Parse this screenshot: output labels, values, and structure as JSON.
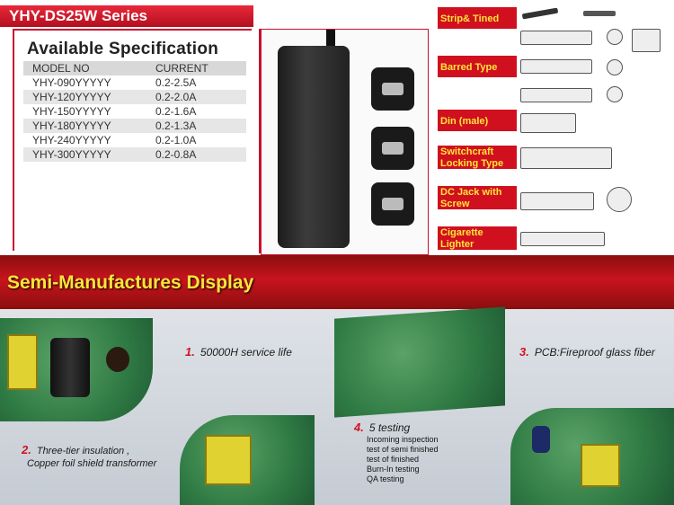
{
  "header": {
    "series_title": "YHY-DS25W Series",
    "spec_heading": "Available Specification",
    "table_headers": [
      "MODEL NO",
      "CURRENT"
    ],
    "rows": [
      [
        "YHY-090YYYYY",
        "0.2-2.5A"
      ],
      [
        "YHY-120YYYYY",
        "0.2-2.0A"
      ],
      [
        "YHY-150YYYYY",
        "0.2-1.6A"
      ],
      [
        "YHY-180YYYYY",
        "0.2-1.3A"
      ],
      [
        "YHY-240YYYYY",
        "0.2-1.0A"
      ],
      [
        "YHY-300YYYYY",
        "0.2-0.8A"
      ]
    ]
  },
  "connectors": {
    "strip_tined": "Strip& Tined",
    "barred_type": "Barred Type",
    "din_male": "Din (male)",
    "switchcraft": "Switchcraft Locking Type",
    "dc_jack": "DC Jack with Screw",
    "cigarette": "Cigarette Lighter"
  },
  "section": {
    "title": "Semi-Manufactures Display"
  },
  "features": {
    "f1_num": "1.",
    "f1_text": "50000H service life",
    "f2_num": "2.",
    "f2_text_line1": "Three-tier insulation ,",
    "f2_text_line2": "Copper foil shield transformer",
    "f3_num": "3.",
    "f3_text": "PCB:Fireproof glass fiber",
    "f4_num": "4.",
    "f4_text": "5 testing",
    "f4_items": [
      "Incoming inspection",
      "test of semi finished",
      "test of finished",
      "Burn-In testing",
      "QA testing"
    ]
  },
  "colors": {
    "accent_red": "#c8102e",
    "label_yellow": "#ffe43a"
  }
}
